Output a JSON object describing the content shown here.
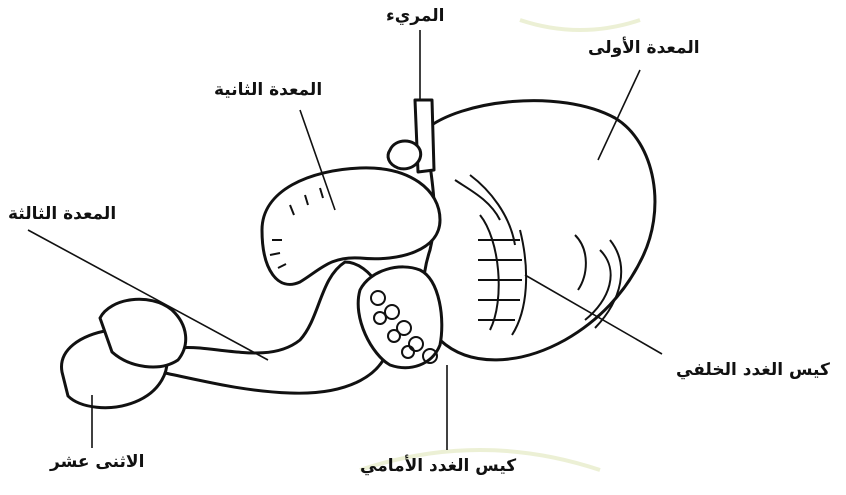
{
  "diagram": {
    "labels": {
      "esophagus": "المريء",
      "rumen": "المعدة الأولى",
      "reticulum": "المعدة الثانية",
      "omasum": "المعدة الثالثة",
      "duodenum": "الاثنى عشر",
      "caudal_sac": "كيس الغدد الخلفي",
      "cranial_sac": "كيس الغدد الأمامي"
    },
    "colors": {
      "ink": "#111111",
      "background": "#ffffff",
      "watermark": "#e7eccb"
    }
  }
}
